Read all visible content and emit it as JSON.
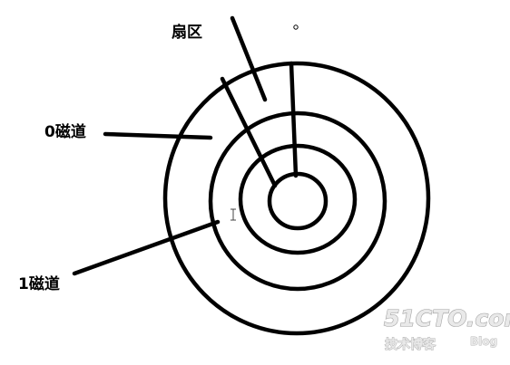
{
  "diagram": {
    "labels": {
      "sector": "扇区",
      "track0": "0磁道",
      "track1": "1磁道"
    },
    "line_color": "#000000",
    "background": "#ffffff"
  },
  "watermark": {
    "main": "51CTO.com",
    "sub": "技术博客",
    "blog": "Blog"
  }
}
